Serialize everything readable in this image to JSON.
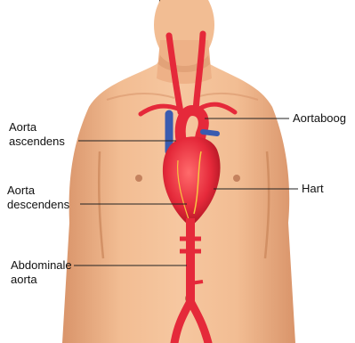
{
  "diagram": {
    "labels": {
      "aorta_ascendens": [
        "Aorta",
        "ascendens"
      ],
      "aortaboog": "Aortaboog",
      "aorta_descendens": [
        "Aorta",
        "descendens"
      ],
      "hart": "Hart",
      "abdominale_aorta": [
        "Abdominale",
        "aorta"
      ]
    },
    "partial_top_text": "g",
    "colors": {
      "skin": "#f1b98e",
      "skin_shadow": "#dc9a6e",
      "artery": "#e5293a",
      "artery_dark": "#b81624",
      "vein": "#3a5bb0",
      "heart": "#e8323f",
      "leader_line": "#222222"
    }
  }
}
